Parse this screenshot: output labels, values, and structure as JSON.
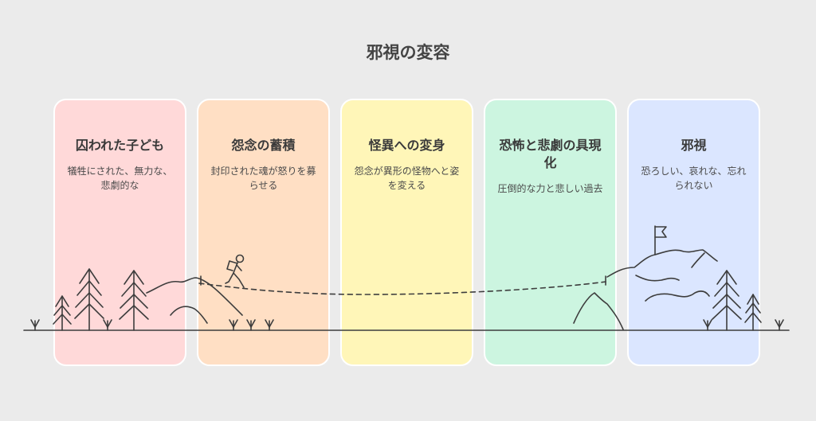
{
  "title": "邪視の変容",
  "stages": [
    {
      "title": "囚われた子ども",
      "desc": "犠牲にされた、無力な、悲劇的な",
      "color": "#ffd9d9"
    },
    {
      "title": "怨念の蓄積",
      "desc": "封印された魂が怒りを募らせる",
      "color": "#ffdfc4"
    },
    {
      "title": "怪異への変身",
      "desc": "怨念が異形の怪物へと姿を変える",
      "color": "#fff6b8"
    },
    {
      "title": "恐怖と悲劇の具現化",
      "desc": "圧倒的な力と悲しい過去",
      "color": "#ccf5e0"
    },
    {
      "title": "邪視",
      "desc": "恐ろしい、哀れな、忘れられない",
      "color": "#dbe6ff"
    }
  ],
  "colors": {
    "line": "#3d3d3d",
    "background": "#ebebeb"
  }
}
